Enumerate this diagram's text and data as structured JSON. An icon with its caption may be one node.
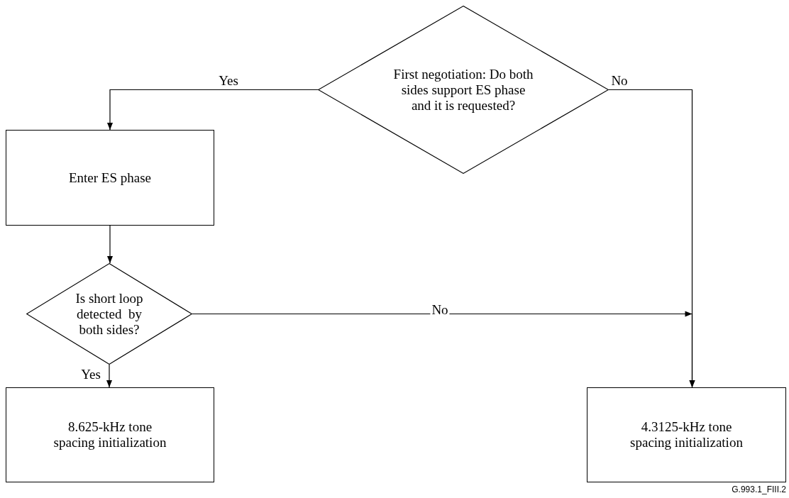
{
  "diagram": {
    "nodes": [
      {
        "text": [
          "First negotiation: Do both sides support ES phase and it is requested?"
        ]
      },
      {
        "text": [
          "Enter ES phase"
        ]
      },
      {
        "text": [
          "Is short loop detected  by both sides?"
        ]
      },
      {
        "text": [
          "8.625-kHz tone spacing initialization"
        ]
      },
      {
        "text": [
          "4.3125-kHz tone spacing initialization"
        ]
      }
    ],
    "edges": [
      {
        "from": 0,
        "to": 1,
        "arrow": "to",
        "label": "Yes"
      },
      {
        "from": 0,
        "to": 4,
        "arrow": "to",
        "label": "No"
      },
      {
        "from": 1,
        "to": 2,
        "arrow": "to"
      },
      {
        "from": 2,
        "to": 4,
        "arrow": "to",
        "label": "No"
      },
      {
        "from": 2,
        "to": 3,
        "arrow": "to",
        "label": "Yes"
      }
    ],
    "labels": [
      "G.993.1_FIII.2"
    ]
  }
}
